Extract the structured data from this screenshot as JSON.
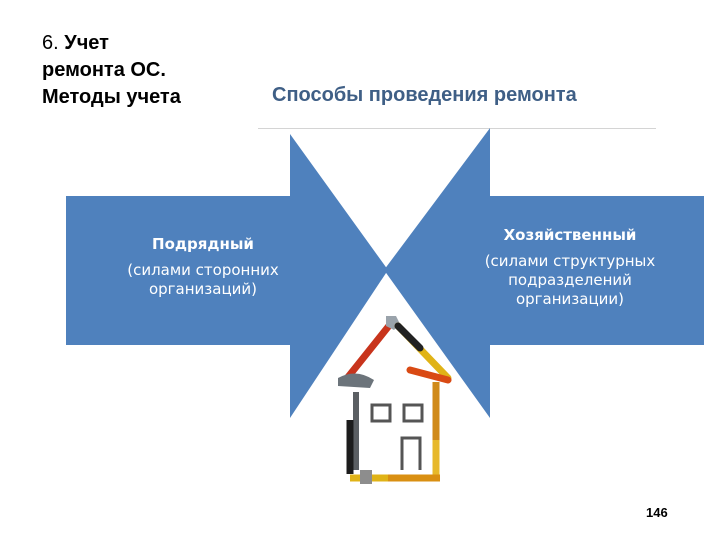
{
  "slide": {
    "section_number": "6.",
    "section_title_lines": [
      "Учет",
      "ремонта ОС.",
      "Методы учета"
    ],
    "heading": "Способы проведения ремонта",
    "left_option": {
      "title": "Подрядный",
      "description": "(силами сторонних организаций)"
    },
    "right_option": {
      "title": "Хозяйственный",
      "description": "(силами структурных подразделений организации)"
    },
    "image_icon": "house-of-tools-icon",
    "page_number": "146"
  },
  "colors": {
    "arrow_fill": "#4f81bd",
    "heading_text": "#3f5f86",
    "rule": "#d4d4d4"
  }
}
